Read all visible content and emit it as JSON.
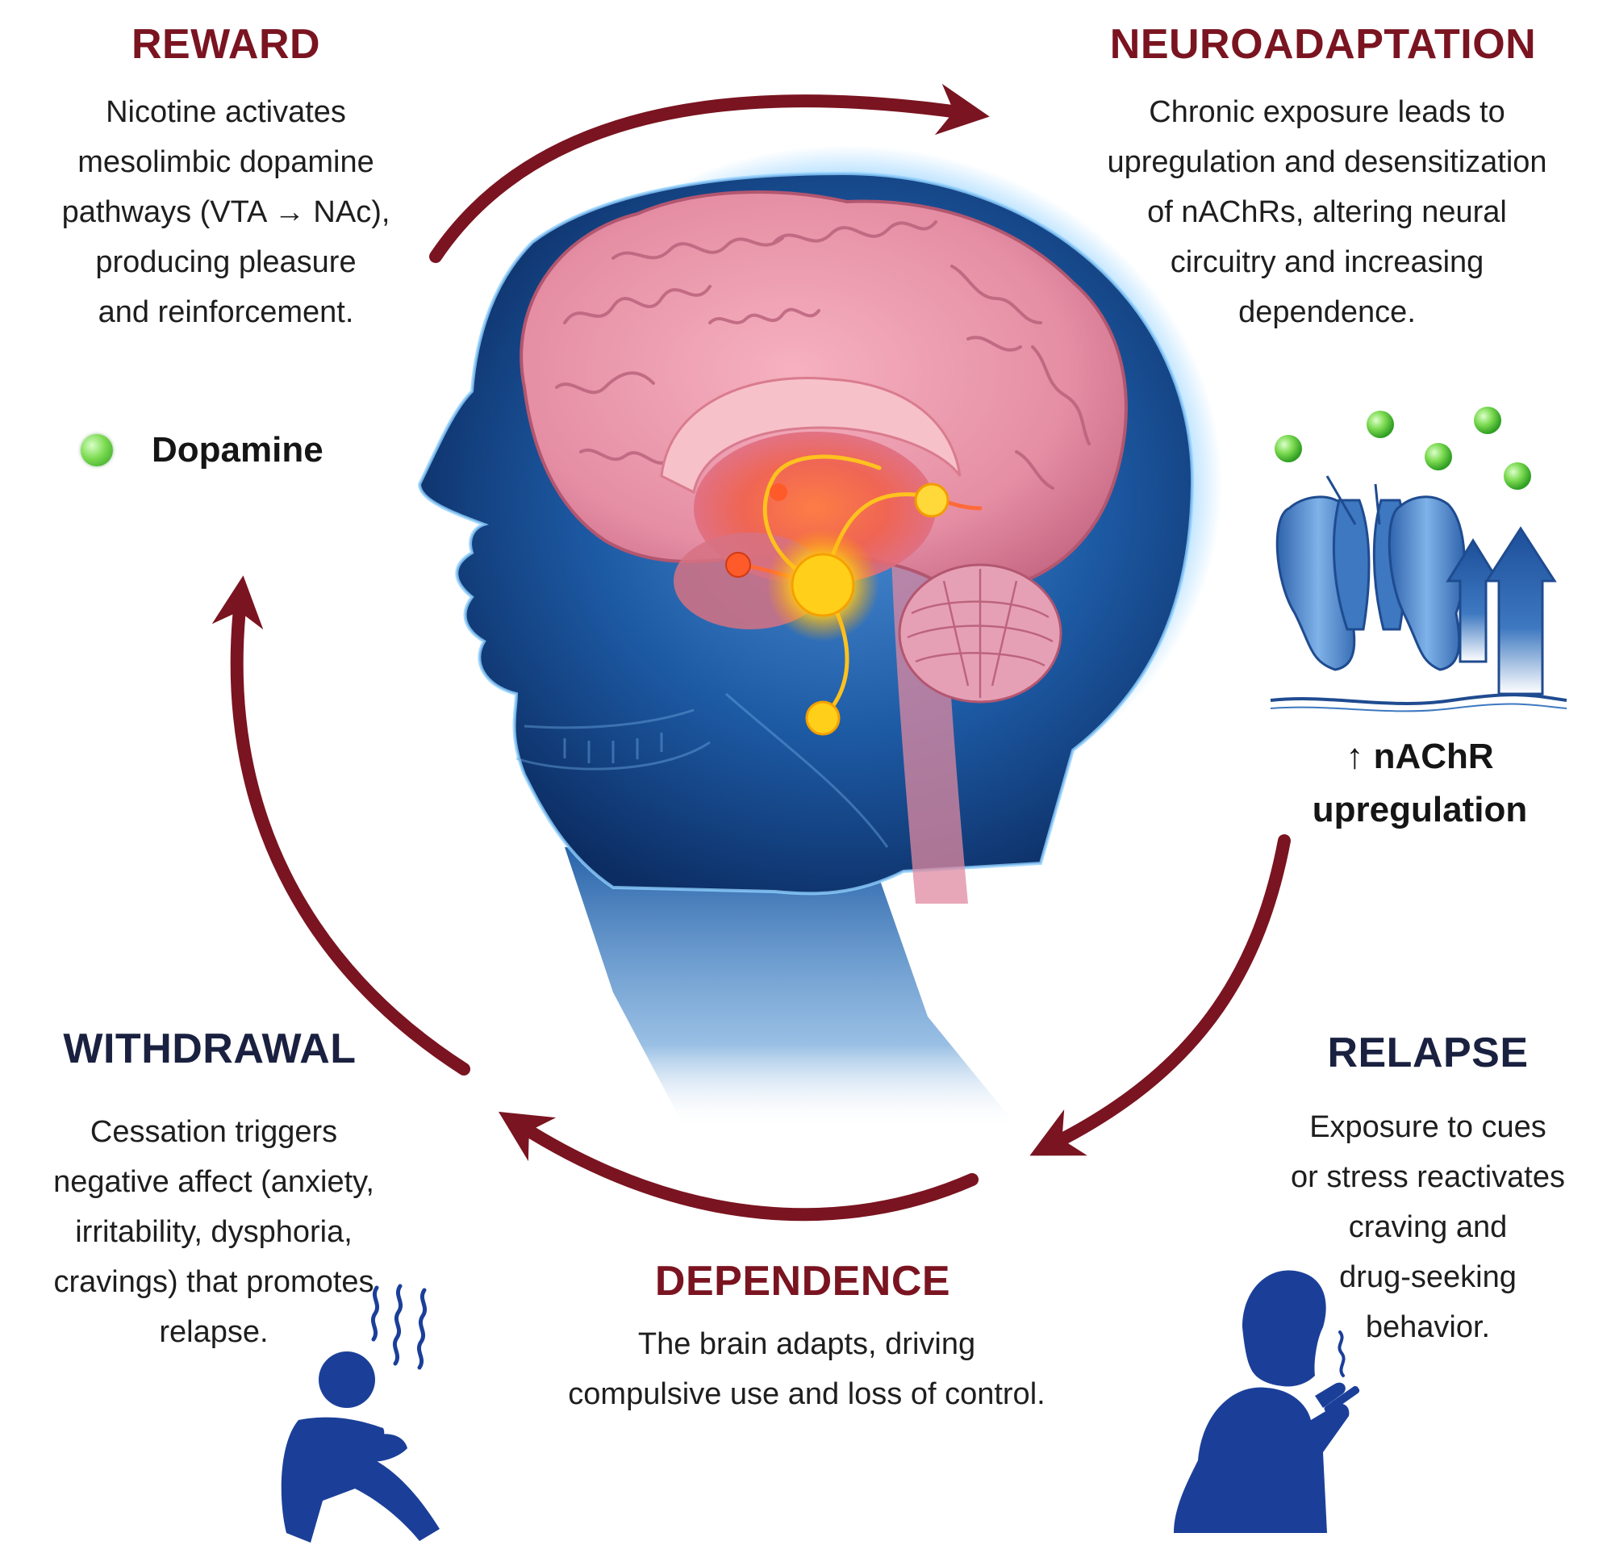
{
  "reward": {
    "title": "REWARD",
    "lines": [
      "Nicotine activates",
      "mesolimbic dopamine",
      "pathways (VTA → NAc),",
      "producing pleasure",
      "and reinforcement."
    ]
  },
  "neuroadaptation": {
    "title": "NEUROADAPTATION",
    "lines": [
      "Chronic exposure leads to",
      "upregulation and desensitization",
      "of nAChRs, altering neural",
      "circuitry and increasing",
      "dependence."
    ]
  },
  "legend": {
    "label": "Dopamine",
    "color": "#5cc93a"
  },
  "receptor": {
    "line1": "↑ nAChR",
    "line2": "upregulation"
  },
  "withdrawal": {
    "title": "WITHDRAWAL",
    "lines": [
      "Cessation triggers",
      "negative affect (anxiety,",
      "irritability, dysphoria,",
      "cravings) that promotes",
      "relapse."
    ]
  },
  "relapse": {
    "title": "RELAPSE",
    "lines": [
      "Exposure to cues",
      "or stress reactivates",
      "craving and",
      "drug-seeking",
      "behavior."
    ]
  },
  "dependence": {
    "title": "DEPENDENCE",
    "lines": [
      "The brain adapts, driving",
      "compulsive use and loss of control."
    ]
  },
  "colors": {
    "cycle_arrow": "#7a1420",
    "head": "#1f5fa8",
    "brain": "#e58ea4",
    "pathway": "#ffd21e",
    "receptor": "#3d78c0",
    "figure": "#1b3f99"
  }
}
